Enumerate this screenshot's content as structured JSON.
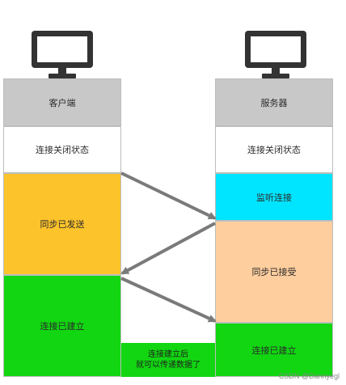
{
  "client": {
    "header": "客户端",
    "states": [
      "连接关闭状态",
      "同步已发送",
      "连接已建立"
    ]
  },
  "server": {
    "header": "服务器",
    "states": [
      "连接关闭状态",
      "监听连接",
      "同步已接受",
      "连接已建立"
    ]
  },
  "note": {
    "line1": "连接建立后",
    "line2": "就可以传递数据了"
  },
  "watermark": "CSDN @Dannyegl",
  "colors": {
    "header": "#c8c8c8",
    "closed": "#ffffff",
    "syn_sent": "#fdc32b",
    "established": "#11d611",
    "listen": "#00e5ff",
    "syn_received": "#ffce9e",
    "arrow": "#7a7a7a"
  },
  "icons": {
    "client": "monitor-icon",
    "server": "monitor-icon"
  }
}
